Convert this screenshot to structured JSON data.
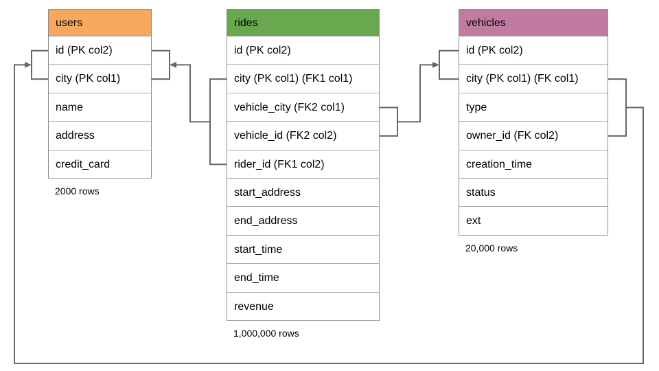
{
  "tables": [
    {
      "name": "users",
      "header_color": "#F6A85E",
      "rows": [
        "id (PK col2)",
        "city (PK col1)",
        "name",
        "address",
        "credit_card"
      ],
      "row_count": "2000 rows"
    },
    {
      "name": "rides",
      "header_color": "#6AA84F",
      "rows": [
        "id (PK col2)",
        "city (PK col1) (FK1 col1)",
        "vehicle_city (FK2 col1)",
        "vehicle_id (FK2 col2)",
        "rider_id (FK1 col2)",
        "start_address",
        "end_address",
        "start_time",
        "end_time",
        "revenue"
      ],
      "row_count": "1,000,000 rows"
    },
    {
      "name": "vehicles",
      "header_color": "#C27BA0",
      "rows": [
        "id (PK col2)",
        "city (PK col1) (FK col1)",
        "type",
        "owner_id (FK col2)",
        "creation_time",
        "status",
        "ext"
      ],
      "row_count": "20,000 rows"
    }
  ],
  "relationships": [
    {
      "from": "rides (city FK1 col1, rider_id FK1 col2)",
      "to": "users (id PK col2, city PK col1)"
    },
    {
      "from": "rides (vehicle_city FK2 col1, vehicle_id FK2 col2)",
      "to": "vehicles (id PK col2, city PK col1)"
    },
    {
      "from": "vehicles (city FK col1, owner_id FK col2)",
      "to": "users (id PK col2, city PK col1)"
    }
  ],
  "colors": {
    "users_header": "#F6A85E",
    "rides_header": "#6AA84F",
    "vehicles_header": "#C27BA0",
    "connector": "#666666",
    "table_border": "#8b8b8b",
    "row_divider": "#a9a9a9"
  }
}
